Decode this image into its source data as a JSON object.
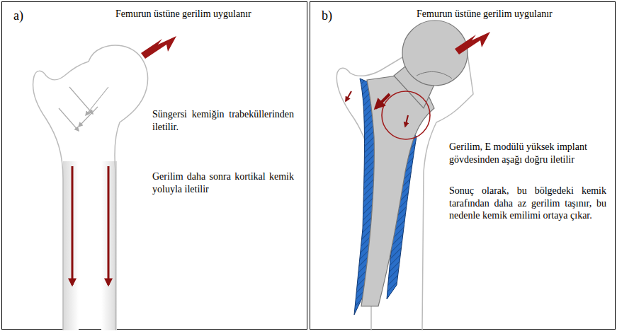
{
  "diagram": {
    "nodes": [
      {
        "text": [
          "a)",
          "Femurun üstüne gerilim uygulanır",
          "Süngersi kemiğin trabeküllerinden iletilir.",
          "Gerilim daha sonra kortikal kemik yoluyla iletilir"
        ]
      },
      {
        "text": [
          "b)",
          "Femurun üstüne gerilim uygulanır",
          "Gerilim, E modülü yüksek implant gövdesinden aşağı doğru iletilir",
          "Sonuç olarak, bu bölgedeki kemik tarafından daha az gerilim taşınır, bu nedenle kemik emilimi ortaya çıkar."
        ]
      }
    ]
  }
}
